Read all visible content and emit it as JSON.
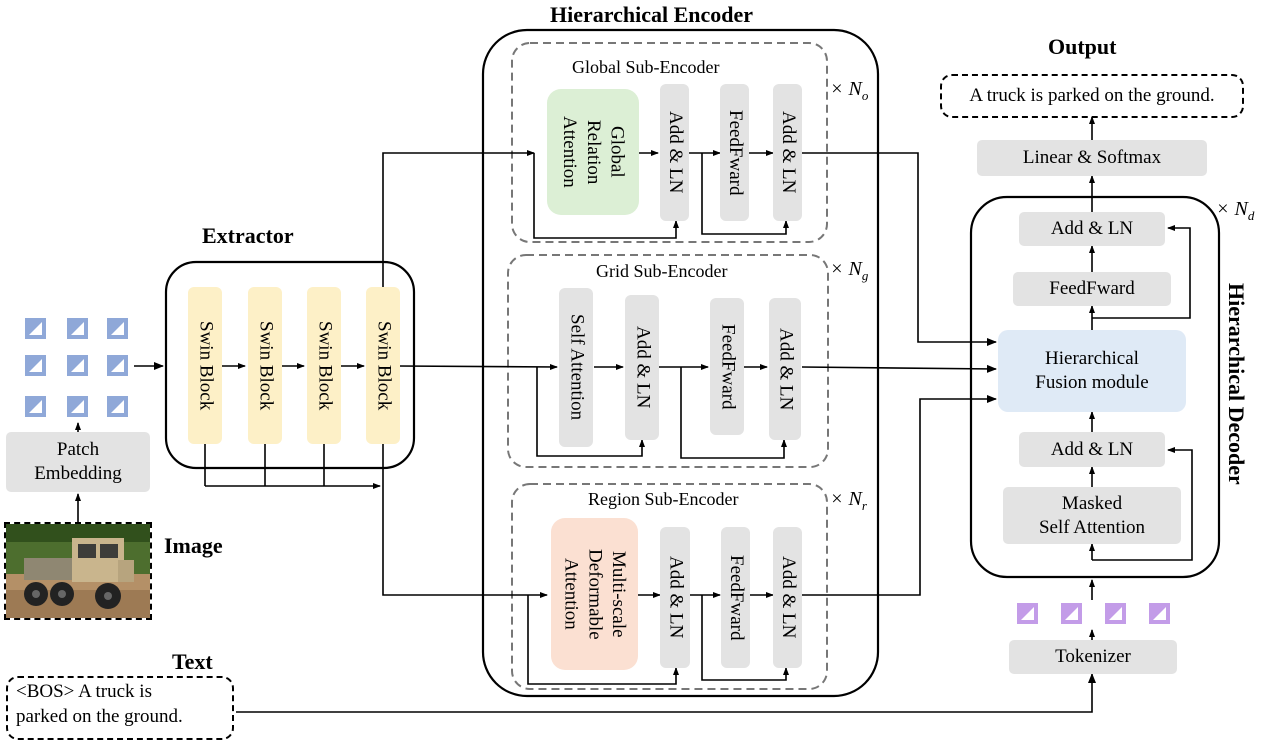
{
  "titles": {
    "hierarchical_encoder": "Hierarchical Encoder",
    "output": "Output",
    "extractor": "Extractor",
    "image": "Image",
    "text": "Text",
    "hierarchical_decoder": "Hierarchical Decoder"
  },
  "output_text": "A truck is parked on the ground.",
  "input_text": [
    "<BOS> A truck is",
    "parked on the ground."
  ],
  "patch_embedding": [
    "Patch",
    "Embedding"
  ],
  "extractor_blocks": [
    "Swin Block",
    "Swin Block",
    "Swin Block",
    "Swin Block"
  ],
  "global": {
    "name": "Global Sub-Encoder",
    "attention": [
      "Global",
      "Relation",
      "Attention"
    ],
    "add_ln_1": "Add & LN",
    "feedforward": "FeedFward",
    "add_ln_2": "Add & LN",
    "repeat_symbol": "× N",
    "repeat_sub": "o"
  },
  "grid": {
    "name": "Grid Sub-Encoder",
    "attention": "Self Attention",
    "add_ln_1": "Add & LN",
    "feedforward": "FeedFward",
    "add_ln_2": "Add & LN",
    "repeat_symbol": "× N",
    "repeat_sub": "g"
  },
  "region": {
    "name": "Region Sub-Encoder",
    "attention": [
      "Multi-scale",
      "Deformable",
      "Attention"
    ],
    "add_ln_1": "Add & LN",
    "feedforward": "FeedFward",
    "add_ln_2": "Add & LN",
    "repeat_symbol": "× N",
    "repeat_sub": "r"
  },
  "decoder": {
    "linear_softmax": "Linear & Softmax",
    "add_ln_top": "Add & LN",
    "feedforward": "FeedFward",
    "fusion": [
      "Hierarchical",
      "Fusion module"
    ],
    "add_ln_bottom": "Add & LN",
    "masked_attention": [
      "Masked",
      "Self Attention"
    ],
    "tokenizer": "Tokenizer",
    "repeat_symbol": "× N",
    "repeat_sub": "d"
  },
  "colors": {
    "swin_block": "#fdf0c7",
    "global_attention": "#dcefd5",
    "region_attention": "#fbe0d2",
    "fusion_module": "#dfeaf6",
    "gray_box": "#e3e3e3",
    "patch": "#8fa8d8",
    "token": "#c39ce8"
  }
}
